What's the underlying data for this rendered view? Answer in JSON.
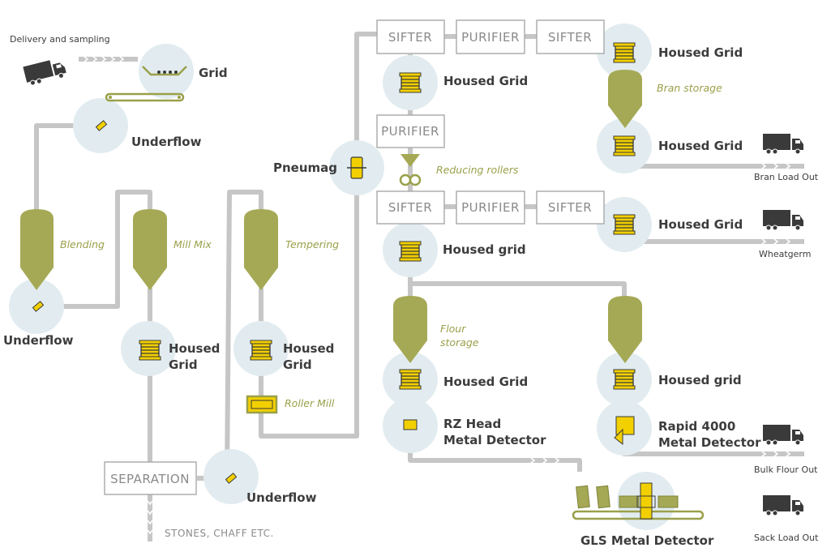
{
  "colors": {
    "pipe": "#c6c6c6",
    "halo": "#e2ecf0",
    "silo": "#a5a955",
    "accent": "#f2d000",
    "text": "#3c3c3c",
    "italic_label": "#9aa04a"
  },
  "intake": {
    "delivery_label": "Delivery and sampling",
    "grid_label": "Grid",
    "underflow_label": "Underflow"
  },
  "blending": {
    "silo_label": "Blending",
    "underflow_label": "Underflow"
  },
  "mill_mix": {
    "silo_label": "Mill Mix",
    "housed_grid_label_1": "Housed",
    "housed_grid_label_2": "Grid"
  },
  "separation": {
    "box_label": "SEPARATION",
    "waste_label": "STONES, CHAFF ETC.",
    "underflow_label": "Underflow"
  },
  "tempering": {
    "silo_label": "Tempering",
    "housed_grid_label_1": "Housed",
    "housed_grid_label_2": "Grid",
    "roller_mill_label": "Roller Mill"
  },
  "pneumag": {
    "label": "Pneumag"
  },
  "mill_top": {
    "sifter_1": "SIFTER",
    "purifier_1": "PURIFIER",
    "sifter_2": "SIFTER",
    "housed_grid_label": "Housed Grid",
    "purifier_mid": "PURIFIER",
    "reducing_rollers_label": "Reducing rollers"
  },
  "bran": {
    "housed_grid_top_label": "Housed Grid",
    "storage_label": "Bran storage",
    "housed_grid_bottom_label": "Housed Grid",
    "load_out_label": "Bran Load Out"
  },
  "mill_bottom": {
    "sifter_1": "SIFTER",
    "purifier_1": "PURIFIER",
    "sifter_2": "SIFTER",
    "housed_grid_label": "Housed grid"
  },
  "wheatgerm": {
    "housed_grid_label": "Housed Grid",
    "load_out_label": "Wheatgerm"
  },
  "flour": {
    "storage_label_1": "Flour",
    "storage_label_2": "storage",
    "housed_grid_label": "Housed Grid",
    "detector_label_1": "RZ Head",
    "detector_label_2": "Metal Detector"
  },
  "bulk": {
    "housed_grid_label": "Housed grid",
    "detector_label_1": "Rapid 4000",
    "detector_label_2": "Metal Detector",
    "load_out_label": "Bulk Flour Out"
  },
  "sack": {
    "detector_label": "GLS Metal Detector",
    "load_out_label": "Sack Load Out"
  },
  "icons": [
    "truck-icon",
    "grid-icon",
    "underflow-valve-icon",
    "housed-grid-icon",
    "pneumag-icon",
    "roller-mill-icon",
    "reducing-rollers-icon",
    "metal-detector-icon",
    "sack-icon"
  ]
}
